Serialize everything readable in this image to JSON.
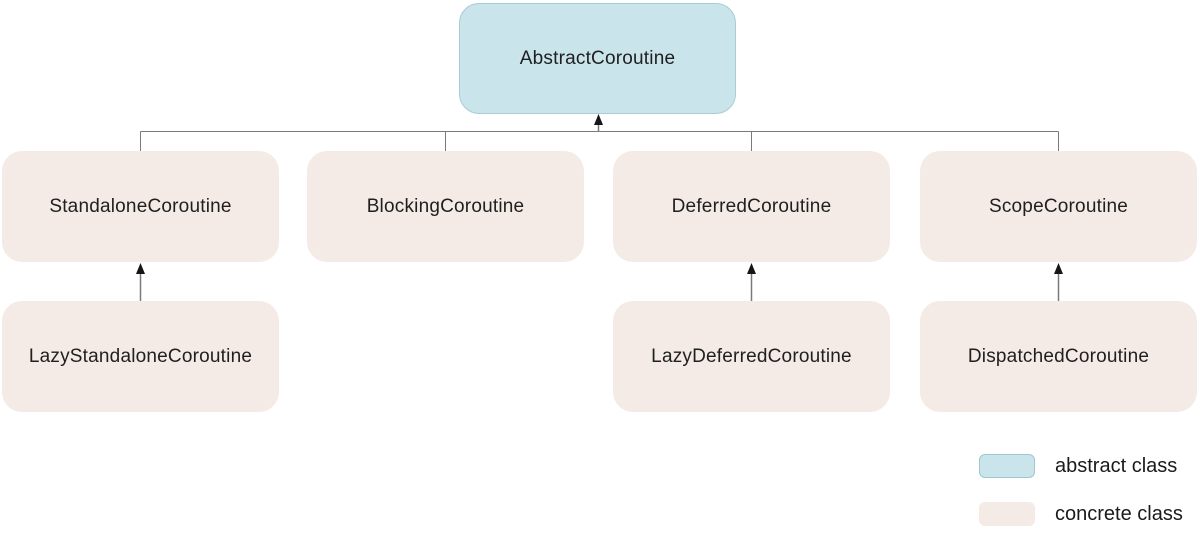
{
  "diagram": {
    "type": "class-hierarchy",
    "nodes": {
      "abstract": {
        "label": "AbstractCoroutine",
        "kind": "abstract class"
      },
      "standalone": {
        "label": "StandaloneCoroutine",
        "kind": "concrete class"
      },
      "blocking": {
        "label": "BlockingCoroutine",
        "kind": "concrete class"
      },
      "deferred": {
        "label": "DeferredCoroutine",
        "kind": "concrete class"
      },
      "scope": {
        "label": "ScopeCoroutine",
        "kind": "concrete class"
      },
      "lazy_standalone": {
        "label": "LazyStandaloneCoroutine",
        "kind": "concrete class"
      },
      "lazy_deferred": {
        "label": "LazyDeferredCoroutine",
        "kind": "concrete class"
      },
      "dispatched": {
        "label": "DispatchedCoroutine",
        "kind": "concrete class"
      }
    },
    "edges": [
      {
        "from": "StandaloneCoroutine",
        "to": "AbstractCoroutine"
      },
      {
        "from": "BlockingCoroutine",
        "to": "AbstractCoroutine"
      },
      {
        "from": "DeferredCoroutine",
        "to": "AbstractCoroutine"
      },
      {
        "from": "ScopeCoroutine",
        "to": "AbstractCoroutine"
      },
      {
        "from": "LazyStandaloneCoroutine",
        "to": "StandaloneCoroutine"
      },
      {
        "from": "LazyDeferredCoroutine",
        "to": "DeferredCoroutine"
      },
      {
        "from": "DispatchedCoroutine",
        "to": "ScopeCoroutine"
      }
    ],
    "legend": {
      "items": [
        {
          "label": "abstract class",
          "color": "#c9e4ea"
        },
        {
          "label": "concrete class",
          "color": "#f4eae6"
        }
      ]
    },
    "colors": {
      "abstract_fill": "#c9e4ea",
      "abstract_border": "#a6cdd5",
      "concrete_fill": "#f4eae6",
      "connector_line": "#7a7a7a",
      "arrowhead": "#161616",
      "text": "#1f1f1f",
      "background": "#ffffff"
    }
  }
}
